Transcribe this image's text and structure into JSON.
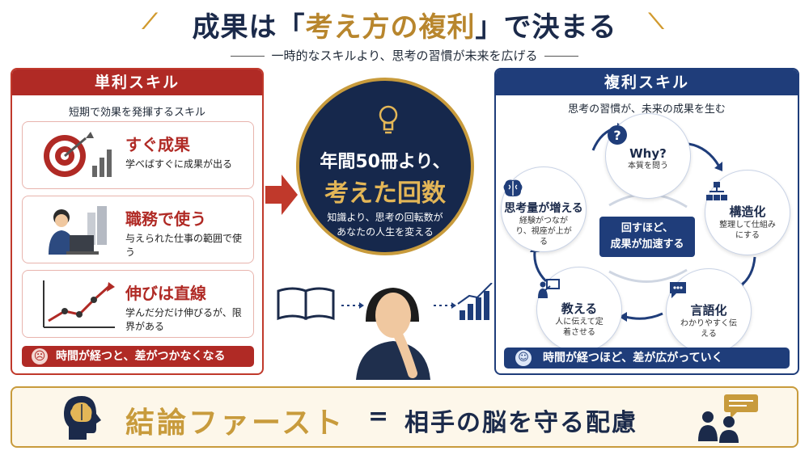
{
  "title": {
    "pre": "成果は「",
    "highlight": "考え方の複利",
    "post": "」で決まる"
  },
  "subtitle": "一時的なスキルより、思考の習慣が未来を広げる",
  "left_panel": {
    "header": "単利スキル",
    "description": "短期で効果を発揮するスキル",
    "cards": [
      {
        "title": "すぐ成果",
        "text": "学べばすぐに成果が出る",
        "icon": "target-chart-icon"
      },
      {
        "title": "職務で使う",
        "text": "与えられた仕事の範囲で使う",
        "icon": "person-laptop-icon"
      },
      {
        "title": "伸びは直線",
        "text": "学んだ分だけ伸びるが、限界がある",
        "icon": "line-graph-icon"
      }
    ],
    "footer": "時間が経つと、差がつかなくなる"
  },
  "center": {
    "line1": "年間50冊より、",
    "line2": "考えた回数",
    "line3a": "知識より、思考の回転数が",
    "line3b": "あなたの人生を変える"
  },
  "right_panel": {
    "header": "複利スキル",
    "description": "思考の習慣が、未来の成果を生む",
    "nodes": [
      {
        "title": "Why?",
        "sub": "本質を問う",
        "icon": "question-icon"
      },
      {
        "title": "構造化",
        "sub": "整理して仕組みにする",
        "icon": "hierarchy-icon"
      },
      {
        "title": "言語化",
        "sub": "わかりやすく伝える",
        "icon": "speech-bubble-icon"
      },
      {
        "title": "教える",
        "sub": "人に伝えて定着させる",
        "icon": "teacher-icon"
      },
      {
        "title": "思考量が増える",
        "sub": "経験がつながり、視座が上がる",
        "icon": "brain-icon"
      }
    ],
    "center_line1": "回すほど、",
    "center_line2": "成果が加速する",
    "footer": "時間が経つほど、差が広がっていく"
  },
  "bottom": {
    "left_text": "結論ファースト",
    "equals": "=",
    "right_text": "相手の脳を守る配慮"
  },
  "colors": {
    "red": "#b02a25",
    "navy": "#1f3d7a",
    "gold": "#c89b3c",
    "dark_navy": "#16284c"
  }
}
